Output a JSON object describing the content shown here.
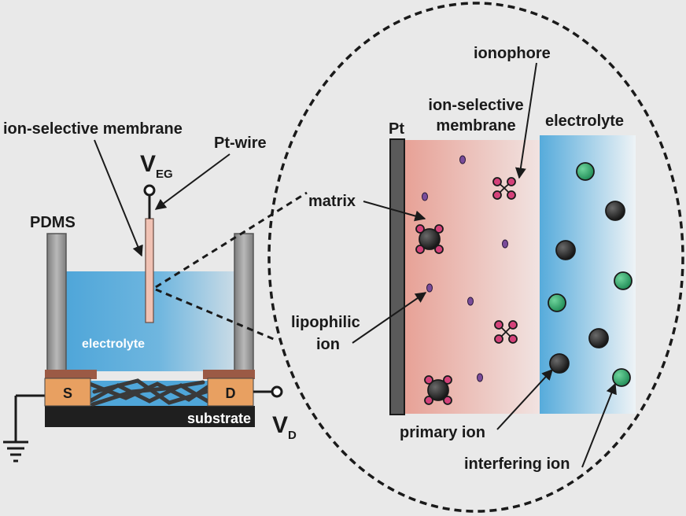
{
  "left_device": {
    "labels": {
      "membrane": "ion-selective membrane",
      "pt_wire": "Pt-wire",
      "veg_main": "V",
      "veg_sub": "EG",
      "pdms": "PDMS",
      "electrolyte": "electrolyte",
      "source": "S",
      "drain": "D",
      "substrate": "substrate",
      "vd_main": "V",
      "vd_sub": "D"
    }
  },
  "zoom_view": {
    "labels": {
      "pt": "Pt",
      "membrane_line1": "ion-selective",
      "membrane_line2": "membrane",
      "electrolyte": "electrolyte",
      "ionophore": "ionophore",
      "matrix": "matrix",
      "lipophilic_line1": "lipophilic",
      "lipophilic_line2": "ion",
      "primary_ion": "primary ion",
      "interfering_ion": "interfering ion"
    }
  },
  "colors": {
    "background": "#e9e9e9",
    "electrolyte_blue": "#5aaedc",
    "membrane_pink": "#e9a9a0",
    "source_drain_orange": "#e8a061",
    "substrate_black": "#1f1f1f",
    "pdms_gray": "#9a9a9a",
    "primary_ion": "#1c1c1c",
    "interfering_ion": "#2fa36b",
    "ionophore_magenta": "#d4427a",
    "lipophilic_purple": "#7a4c9a"
  }
}
